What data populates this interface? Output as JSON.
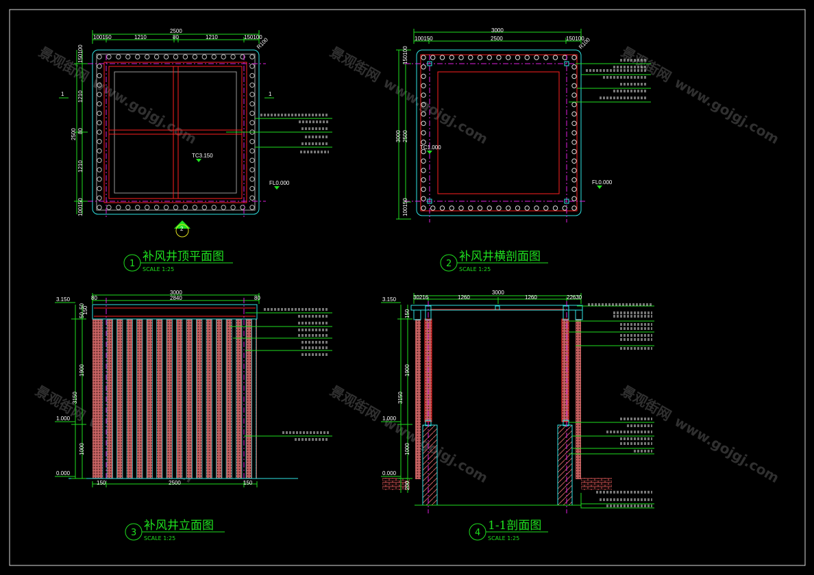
{
  "drawings": [
    {
      "number": "1",
      "title": "补风井顶平面图",
      "scale": "SCALE 1:25",
      "dims_top": [
        "2500",
        "100150",
        "1210",
        "80",
        "1210",
        "150100"
      ],
      "dims_left": [
        "2500",
        "150100",
        "1210",
        "80",
        "1210",
        "100150"
      ],
      "radius": "R100",
      "levels": [
        "TC3.150",
        "FL0.000"
      ],
      "section_mark": "2",
      "cut_mark": "1"
    },
    {
      "number": "2",
      "title": "补风井横剖面图",
      "scale": "SCALE 1:25",
      "dims_top": [
        "3000",
        "100150",
        "2500",
        "150100"
      ],
      "dims_left": [
        "3000",
        "2500",
        "150100",
        "100150"
      ],
      "radius": "R100",
      "levels": [
        "TC1.000",
        "FL0.000"
      ]
    },
    {
      "number": "3",
      "title": "补风井立面图",
      "scale": "SCALE 1:25",
      "dims_top": [
        "3000",
        "2840",
        "80",
        "80"
      ],
      "dims_bottom": [
        "150",
        "2500",
        "150"
      ],
      "dims_left": [
        "3150",
        "1900",
        "1000",
        "50",
        "150",
        "50"
      ],
      "levels": [
        "3.150",
        "1.000",
        "0.000"
      ]
    },
    {
      "number": "4",
      "title": "1-1剖面图",
      "scale": "SCALE 1:25",
      "dims_top": [
        "3000",
        "30216",
        "1260",
        "1260",
        "22630"
      ],
      "dims_left": [
        "3150",
        "1900",
        "1000",
        "150",
        "200"
      ],
      "levels": [
        "3.150",
        "1.000",
        "0.000"
      ]
    }
  ],
  "watermark": {
    "cn": "景观街网",
    "url": "www.gojgj.com"
  },
  "colors": {
    "green": "#1fe01f",
    "cyan": "#2fe6e6",
    "red": "#ff2020",
    "magenta": "#e020e0",
    "brick": "#c86060"
  }
}
